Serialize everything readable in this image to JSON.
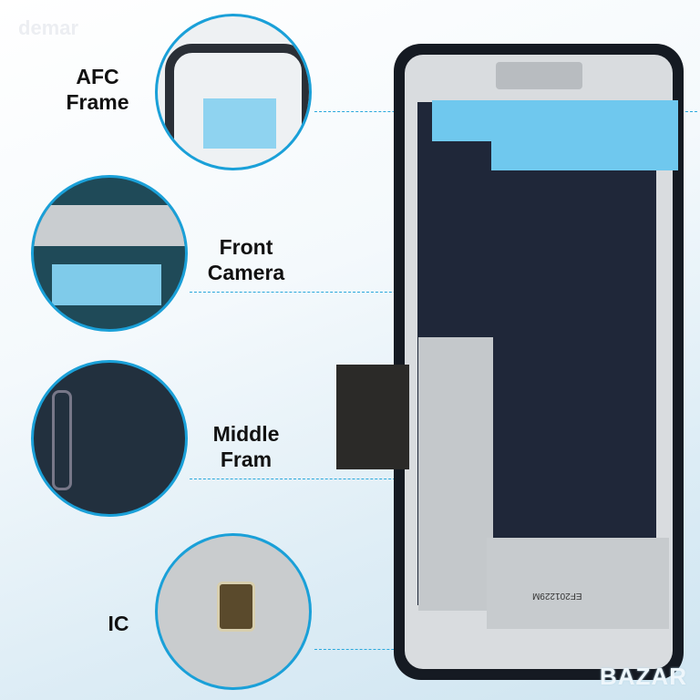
{
  "watermark": "demar",
  "labels": {
    "afc": "AFC\nFrame",
    "afc_line1": "AFC",
    "afc_line2": "Frame",
    "cam_line1": "Front",
    "cam_line2": "Camera",
    "mid_line1": "Middle",
    "mid_line2": "Fram",
    "ic": "IC"
  },
  "flex_print": "EF201229M",
  "logo": "BAZAR",
  "colors": {
    "accent": "#1aa0d8",
    "tape": "#6fc8ee",
    "panel": "#1f2739"
  }
}
